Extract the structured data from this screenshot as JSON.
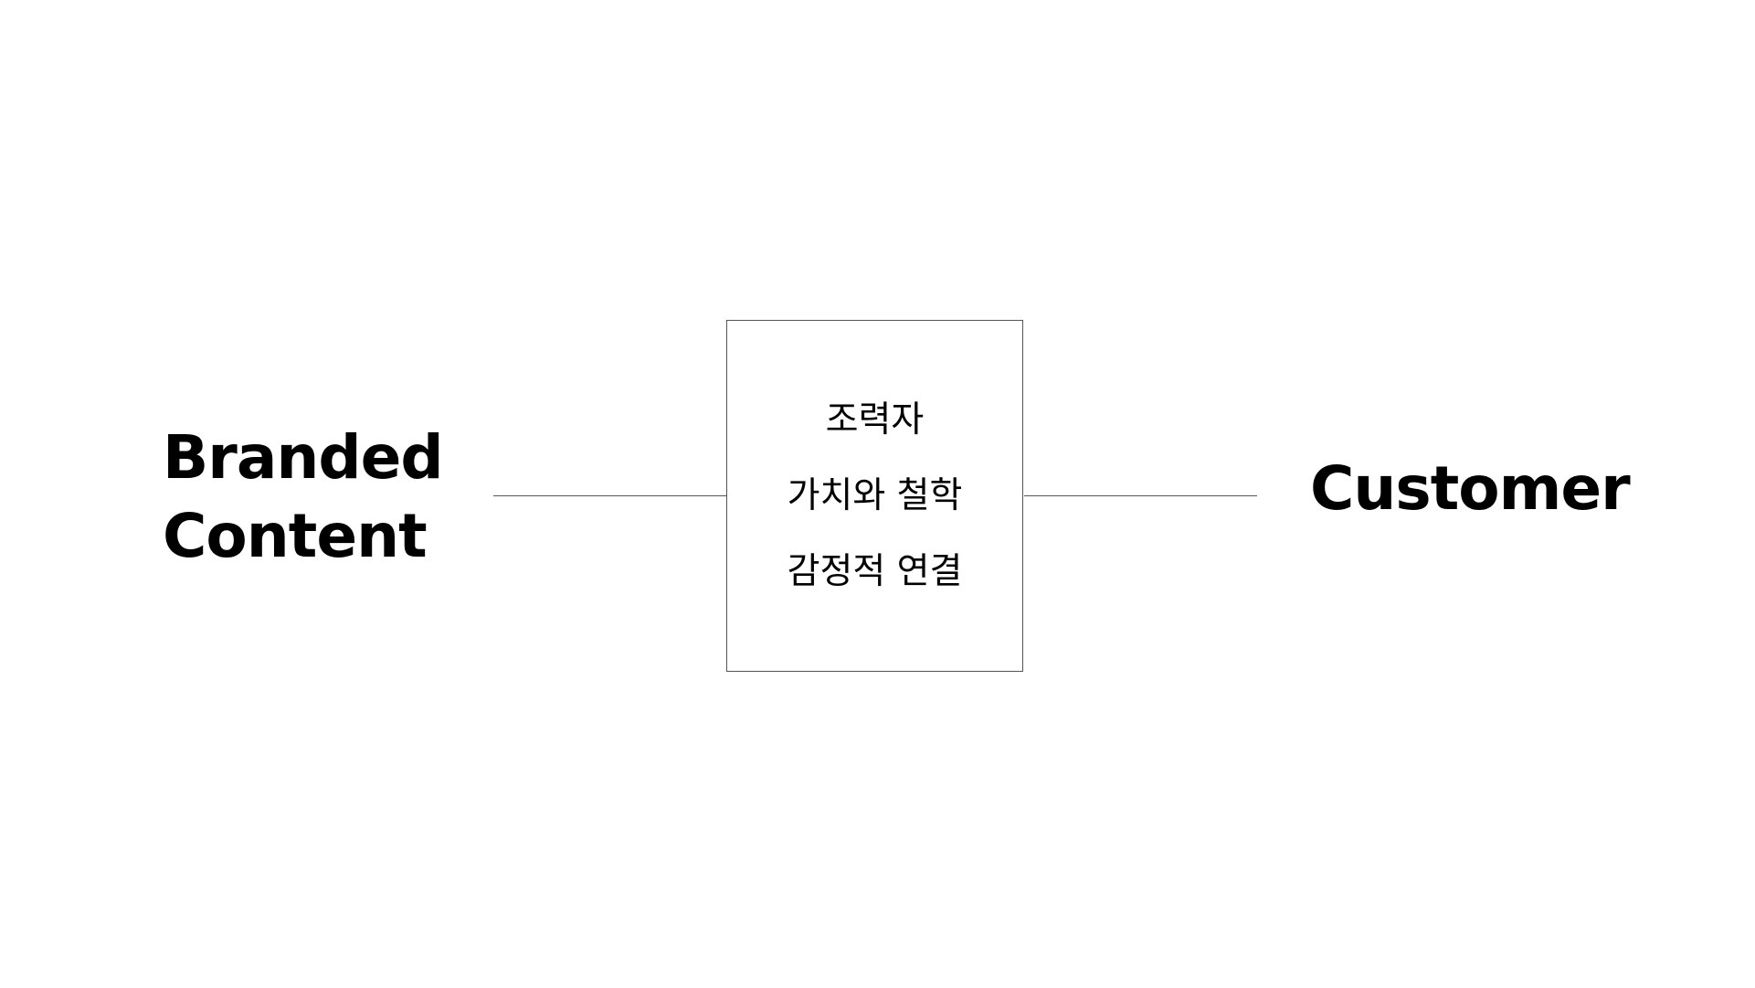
{
  "diagram": {
    "left_node": {
      "lines": [
        "Branded",
        "Content"
      ]
    },
    "center_box": {
      "lines": [
        "조력자",
        "가치와 철학",
        "감정적 연결"
      ]
    },
    "right_node": {
      "label": "Customer"
    },
    "colors": {
      "text": "#000000",
      "line": "#555555",
      "background": "#ffffff"
    }
  }
}
